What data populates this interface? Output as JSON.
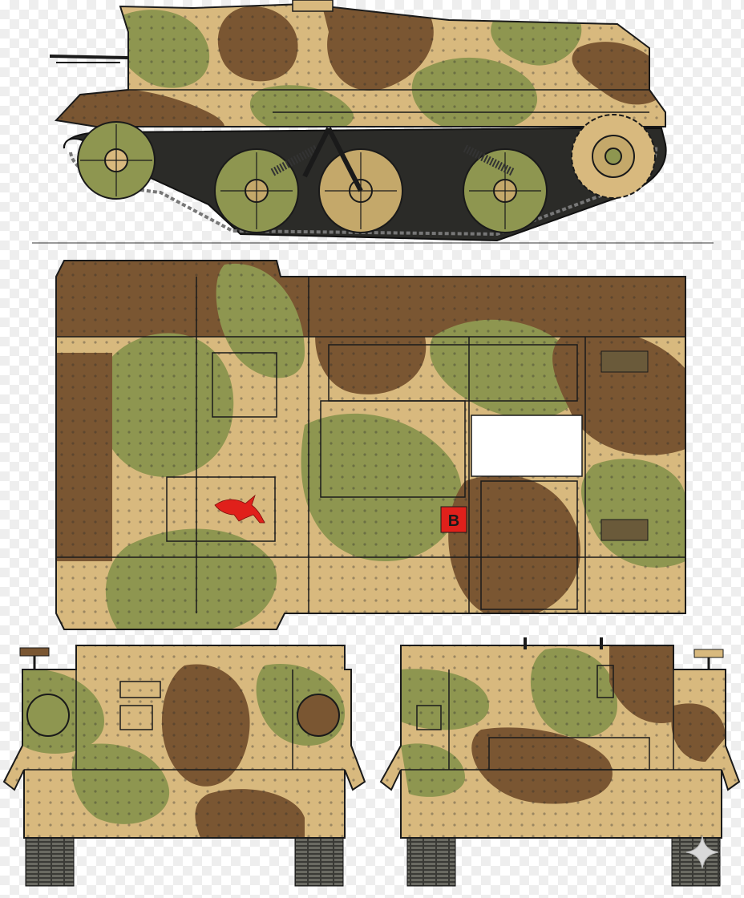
{
  "diagram": {
    "views": [
      {
        "name": "side-view"
      },
      {
        "name": "top-view"
      },
      {
        "name": "front-view"
      },
      {
        "name": "rear-view"
      }
    ],
    "markings": {
      "tactical_letter": "B",
      "tactical_badge_color": "#e0201b",
      "insignia": "red-jerboa-icon"
    },
    "camouflage": {
      "sand": "#d8b97e",
      "olive": "#8e9650",
      "brown": "#7a5632",
      "outline": "#1a1a1a"
    }
  }
}
